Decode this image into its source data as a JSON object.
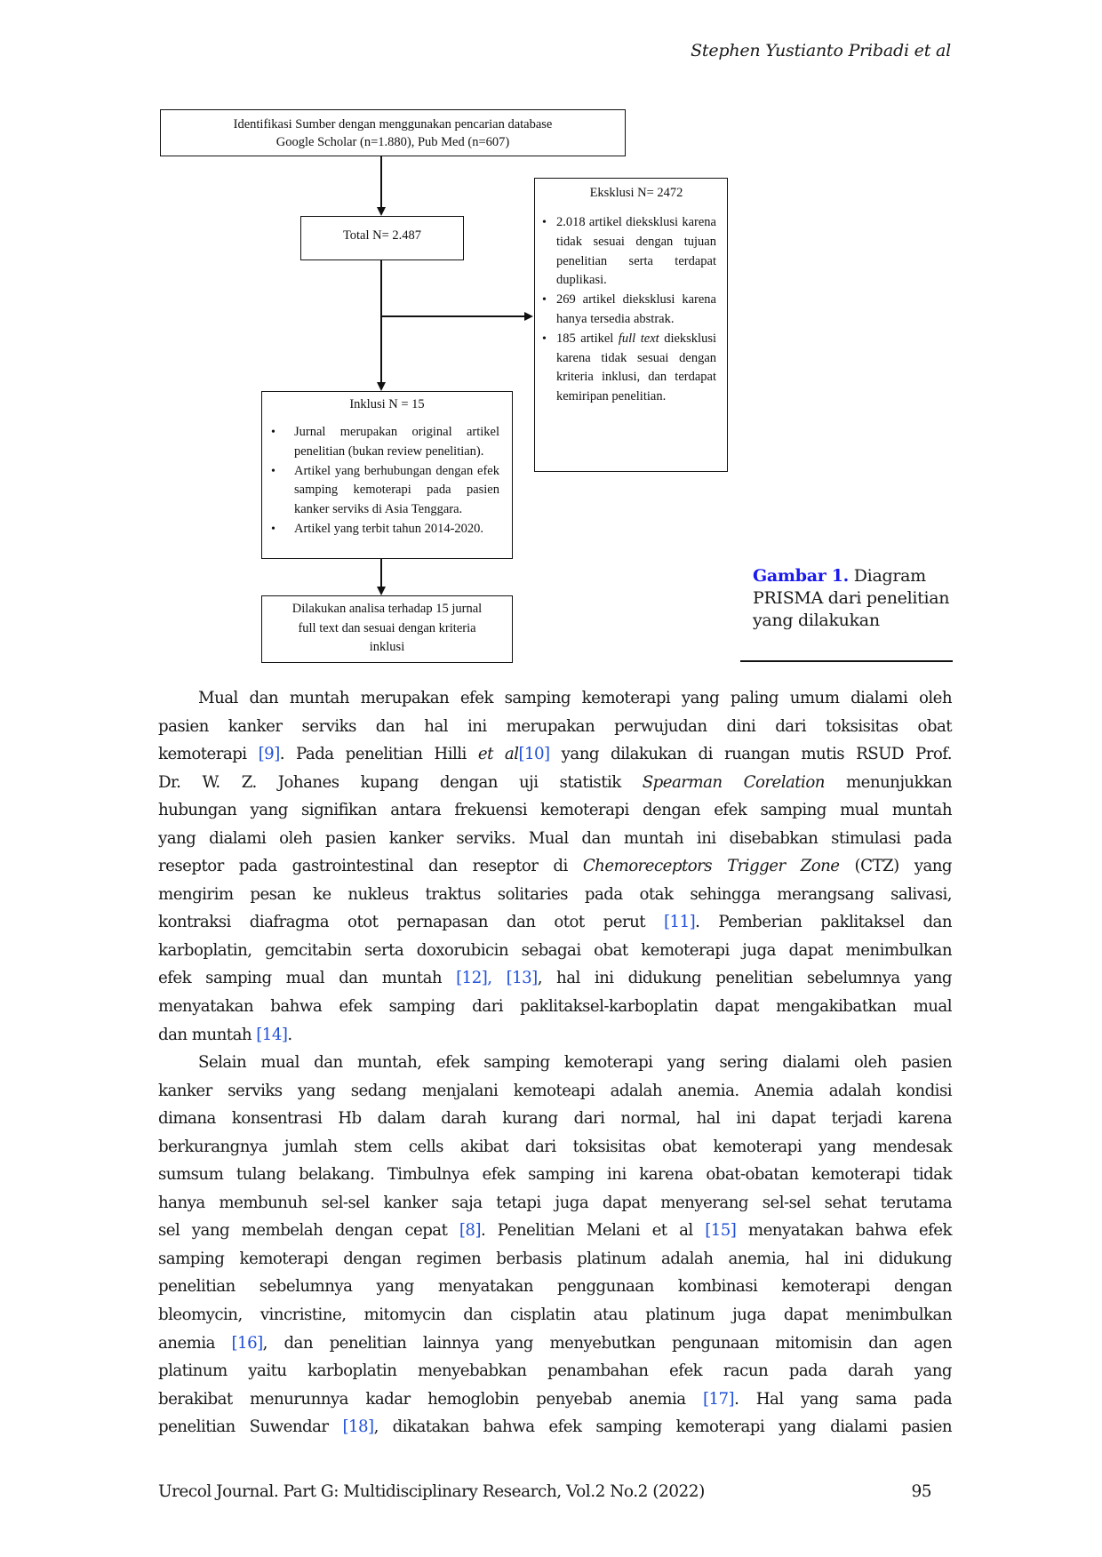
{
  "header": {
    "running_title": "Stephen Yustianto Pribadi et al"
  },
  "figure": {
    "identification_box": {
      "line1": "Identifikasi Sumber dengan menggunakan pencarian database",
      "line2": "Google Scholar (n=1.880), Pub Med (n=607)"
    },
    "total_box": {
      "label": "Total N= 2.487"
    },
    "exclusion_box": {
      "title": "Eksklusi N= 2472",
      "items": [
        "2.018 artikel dieksklusi karena tidak sesuai dengan tujuan penelitian serta terdapat duplikasi.",
        "269 artikel dieksklusi karena hanya tersedia abstrak.",
        "185 artikel full text dieksklusi karena tidak sesuai dengan kriteria inklusi, dan terdapat kemiripan penelitian."
      ],
      "item3_prefix": "185 artikel ",
      "item3_italic": "full text",
      "item3_suffix": " dieksklusi karena tidak sesuai dengan kriteria inklusi, dan terdapat kemiripan penelitian."
    },
    "inclusion_box": {
      "title": "Inklusi N = 15",
      "items": [
        "Jurnal merupakan original artikel penelitian (bukan review penelitian).",
        "Artikel yang berhubungan dengan efek samping kemoterapi pada pasien kanker serviks di Asia Tenggara.",
        "Artikel yang terbit tahun 2014-2020."
      ]
    },
    "analysis_box": {
      "line1": "Dilakukan analisa terhadap 15 jurnal",
      "line2": "full text dan sesuai dengan kriteria",
      "line3": "inklusi"
    },
    "caption": {
      "label": "Gambar 1.",
      "text": " Diagram PRISMA dari penelitian yang dilakukan"
    }
  },
  "paragraphs": [
    {
      "lines": [
        [
          {
            "t": "Mual dan muntah merupakan efek samping kemoterapi yang paling umum dialami oleh"
          }
        ],
        [
          {
            "t": "pasien kanker serviks dan hal ini merupakan perwujudan dini dari toksisitas obat"
          }
        ],
        [
          {
            "t": "kemoterapi "
          },
          {
            "t": "[9]",
            "c": 1
          },
          {
            "t": ". Pada penelitian Hilli "
          },
          {
            "t": "et al",
            "i": 1
          },
          {
            "t": "[10]",
            "c": 1
          },
          {
            "t": " yang dilakukan di ruangan mutis RSUD Prof."
          }
        ],
        [
          {
            "t": "Dr. W. Z. Johanes kupang dengan uji statistik "
          },
          {
            "t": "Spearman Corelation",
            "i": 1
          },
          {
            "t": " menunjukkan"
          }
        ],
        [
          {
            "t": "hubungan yang signifikan antara frekuensi kemoterapi dengan efek samping mual muntah"
          }
        ],
        [
          {
            "t": "yang dialami oleh pasien kanker serviks. Mual dan muntah ini disebabkan stimulasi pada"
          }
        ],
        [
          {
            "t": "reseptor pada gastrointestinal dan reseptor di "
          },
          {
            "t": "Chemoreceptors Trigger Zone",
            "i": 1
          },
          {
            "t": " (CTZ) yang"
          }
        ],
        [
          {
            "t": "mengirim pesan ke nukleus traktus solitaries pada otak sehingga merangsang salivasi,"
          }
        ],
        [
          {
            "t": "kontraksi diafragma otot pernapasan dan otot perut "
          },
          {
            "t": "[11]",
            "c": 1
          },
          {
            "t": ". Pemberian paklitaksel dan"
          }
        ],
        [
          {
            "t": "karboplatin, gemcitabin serta doxorubicin sebagai obat kemoterapi juga dapat menimbulkan"
          }
        ],
        [
          {
            "t": "efek samping mual dan muntah "
          },
          {
            "t": "[12], [13]",
            "c": 1
          },
          {
            "t": ", hal ini didukung penelitian sebelumnya yang"
          }
        ],
        [
          {
            "t": "menyatakan bahwa efek samping dari paklitaksel-karboplatin dapat mengakibatkan mual"
          }
        ],
        [
          {
            "t": "dan muntah "
          },
          {
            "t": "[14]",
            "c": 1
          },
          {
            "t": "."
          }
        ]
      ]
    },
    {
      "lines": [
        [
          {
            "t": "Selain mual dan muntah, efek samping kemoterapi yang sering dialami oleh pasien"
          }
        ],
        [
          {
            "t": "kanker serviks yang sedang menjalani kemoteapi adalah anemia. Anemia adalah kondisi"
          }
        ],
        [
          {
            "t": "dimana konsentrasi Hb dalam darah kurang dari normal, hal ini dapat terjadi karena"
          }
        ],
        [
          {
            "t": "berkurangnya jumlah stem cells akibat dari toksisitas obat kemoterapi yang mendesak"
          }
        ],
        [
          {
            "t": "sumsum tulang belakang. Timbulnya efek samping ini karena obat-obatan kemoterapi tidak"
          }
        ],
        [
          {
            "t": "hanya membunuh sel-sel kanker saja tetapi juga dapat menyerang sel-sel sehat terutama"
          }
        ],
        [
          {
            "t": "sel yang membelah dengan cepat "
          },
          {
            "t": "[8]",
            "c": 1
          },
          {
            "t": ". Penelitian Melani et al "
          },
          {
            "t": "[15]",
            "c": 1
          },
          {
            "t": " menyatakan bahwa efek"
          }
        ],
        [
          {
            "t": "samping kemoterapi dengan regimen berbasis platinum adalah anemia, hal ini didukung"
          }
        ],
        [
          {
            "t": "penelitian sebelumnya yang menyatakan penggunaan kombinasi kemoterapi dengan"
          }
        ],
        [
          {
            "t": "bleomycin, vincristine, mitomycin dan cisplatin atau platinum juga dapat menimbulkan"
          }
        ],
        [
          {
            "t": "anemia "
          },
          {
            "t": "[16]",
            "c": 1
          },
          {
            "t": ", dan penelitian lainnya yang menyebutkan pengunaan mitomisin dan agen"
          }
        ],
        [
          {
            "t": "platinum yaitu karboplatin menyebabkan penambahan efek racun pada darah yang"
          }
        ],
        [
          {
            "t": "berakibat menurunnya kadar hemoglobin penyebab anemia "
          },
          {
            "t": "[17]",
            "c": 1
          },
          {
            "t": ". Hal yang sama pada"
          }
        ],
        [
          {
            "t": "penelitian Suwendar "
          },
          {
            "t": "[18]",
            "c": 1
          },
          {
            "t": ", dikatakan bahwa efek samping kemoterapi yang dialami pasien"
          }
        ]
      ]
    }
  ],
  "footer": {
    "journal": "Urecol Journal. Part G: Multidisciplinary Research, Vol.2 No.2 (2022)",
    "page_number": "95"
  },
  "colors": {
    "citation": "#2050d8",
    "figure_label": "#1a1aee",
    "text": "#1a1a1a"
  }
}
